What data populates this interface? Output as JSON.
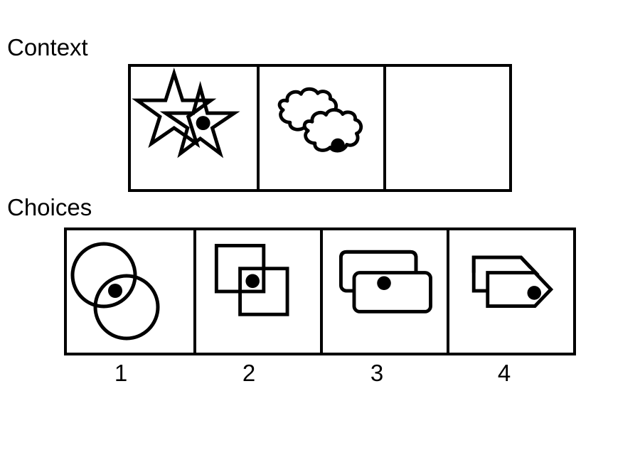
{
  "context": {
    "title": "Context",
    "panels": [
      {
        "shape": "star-pair",
        "has_dot": true
      },
      {
        "shape": "cloud-pair",
        "has_dot": true
      },
      {
        "shape": "empty",
        "has_dot": false
      }
    ]
  },
  "choices": {
    "title": "Choices",
    "items": [
      {
        "number": "1",
        "shape": "circle-pair",
        "has_dot": true
      },
      {
        "number": "2",
        "shape": "square-pair",
        "has_dot": true
      },
      {
        "number": "3",
        "shape": "rounded-rectangle-pair",
        "has_dot": true
      },
      {
        "number": "4",
        "shape": "tag-pair",
        "has_dot": true
      }
    ]
  },
  "colors": {
    "stroke": "#000000",
    "background": "#ffffff"
  }
}
